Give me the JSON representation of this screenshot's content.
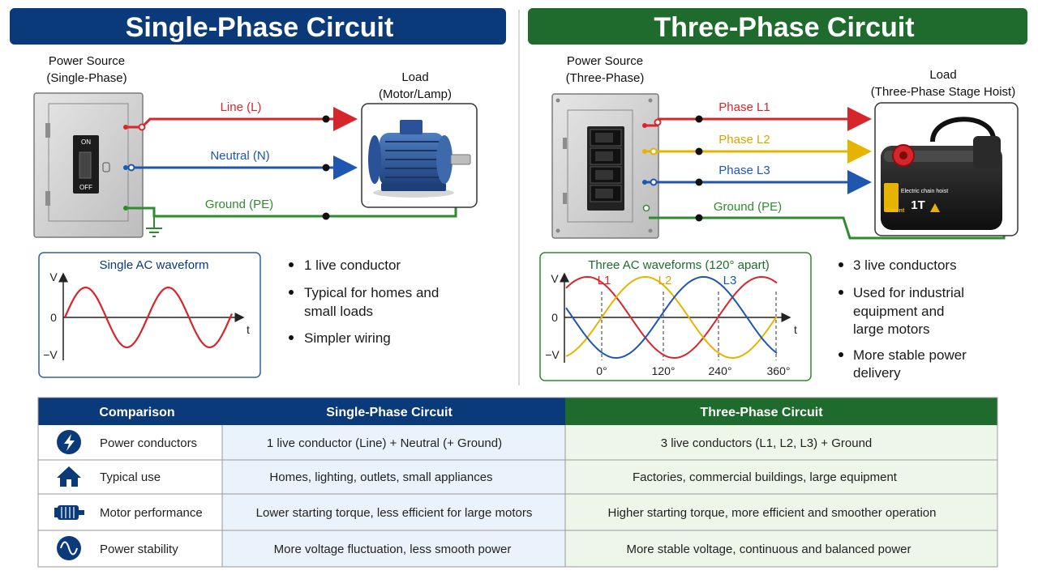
{
  "colors": {
    "single_blue": "#0b3a7a",
    "three_green": "#1f6b2e",
    "line_red": "#d7262b",
    "neutral_blue": "#1f56b0",
    "ground_green": "#2e8b2e",
    "phase_yellow": "#e6b400",
    "single_light": "#eaf3fb",
    "three_light": "#eef6e9"
  },
  "single": {
    "title": "Single-Phase Circuit",
    "source_label_1": "Power Source",
    "source_label_2": "(Single-Phase)",
    "switch_on": "ON",
    "switch_off": "OFF",
    "load_label_1": "Load",
    "load_label_2": "(Motor/Lamp)",
    "wire_line": "Line (L)",
    "wire_neutral": "Neutral (N)",
    "wire_ground": "Ground (PE)",
    "wave_title": "Single AC waveform",
    "axis_v": "V",
    "axis_zero": "0",
    "axis_negv": "−V",
    "axis_t": "t",
    "bullets": [
      "1 live conductor",
      "Typical for homes and",
      "small loads",
      "Simpler wiring"
    ]
  },
  "three": {
    "title": "Three-Phase Circuit",
    "source_label_1": "Power Source",
    "source_label_2": "(Three-Phase)",
    "load_label_1": "Load",
    "load_label_2": "(Three-Phase Stage Hoist)",
    "hoist_brand": "Corent",
    "hoist_text": "Electric chain hoist",
    "hoist_rating": "1T",
    "wire_l1": "Phase L1",
    "wire_l2": "Phase L2",
    "wire_l3": "Phase L3",
    "wire_ground": "Ground (PE)",
    "wave_title": "Three AC waveforms (120° apart)",
    "wave_l1": "L1",
    "wave_l2": "L2",
    "wave_l3": "L3",
    "axis_v": "V",
    "axis_zero": "0",
    "axis_negv": "−V",
    "axis_t": "t",
    "deg_0": "0°",
    "deg_120": "120°",
    "deg_240": "240°",
    "deg_360": "360°",
    "bullets": [
      "3 live conductors",
      "Used for industrial",
      "equipment and",
      "large motors",
      "More stable power",
      "delivery"
    ]
  },
  "table": {
    "headers": [
      "Comparison",
      "Single-Phase Circuit",
      "Three-Phase Circuit"
    ],
    "rows": [
      {
        "icon": "lightning-icon",
        "label": "Power conductors",
        "single": "1 live conductor (Line) + Neutral (+ Ground)",
        "three": "3 live conductors (L1, L2, L3) + Ground"
      },
      {
        "icon": "house-icon",
        "label": "Typical use",
        "single": "Homes, lighting, outlets, small appliances",
        "three": "Factories, commercial buildings, large equipment"
      },
      {
        "icon": "motor-icon",
        "label": "Motor performance",
        "single": "Lower starting torque, less efficient for large motors",
        "three": "Higher starting torque, more efficient and smoother operation"
      },
      {
        "icon": "sine-wave-icon",
        "label": "Power stability",
        "single": "More voltage fluctuation, less smooth power",
        "three": "More stable voltage, continuous and balanced power"
      }
    ]
  }
}
